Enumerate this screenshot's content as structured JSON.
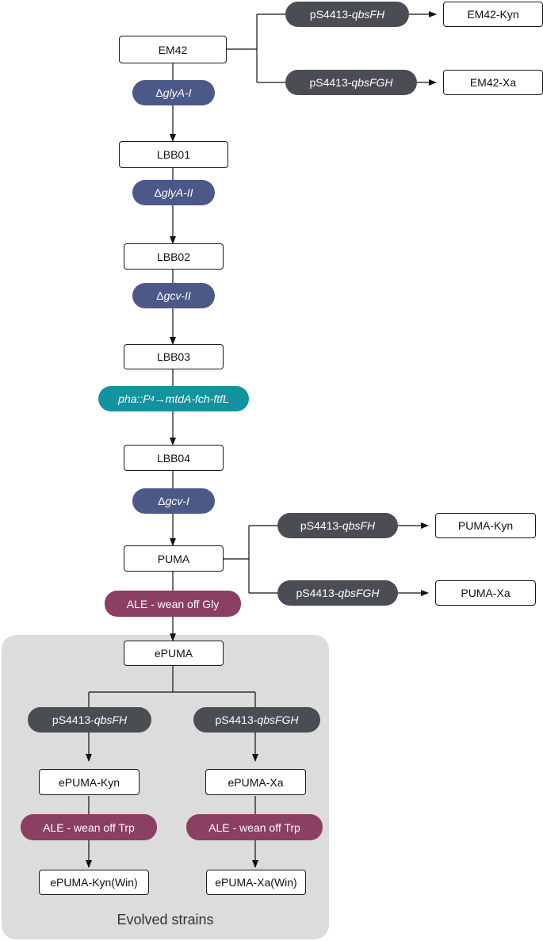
{
  "diagram": {
    "nodes": {
      "em42": "EM42",
      "em42_kyn": "EM42-Kyn",
      "em42_xa": "EM42-Xa",
      "lbb01": "LBB01",
      "lbb02": "LBB02",
      "lbb03": "LBB03",
      "lbb04": "LBB04",
      "puma": "PUMA",
      "puma_kyn": "PUMA-Kyn",
      "puma_xa": "PUMA-Xa",
      "epuma": "ePUMA",
      "epuma_kyn": "ePUMA-Kyn",
      "epuma_xa": "ePUMA-Xa",
      "epuma_kyn_win": "ePUMA-Kyn(Win)",
      "epuma_xa_win": "ePUMA-Xa(Win)"
    },
    "steps": {
      "plasmid_prefix": "pS4413-",
      "qbsFH": "qbsFH",
      "qbsFGH": "qbsFGH",
      "delta": "Δ",
      "glyA_I": "glyA-I",
      "glyA_II": "glyA-II",
      "gcv_II": "gcv-II",
      "gcv_I": "gcv-I",
      "insert_a": "pha::P",
      "insert_sub": "4",
      "insert_b": "→mtdA-fch-ftfL",
      "ale_gly": "ALE - wean off Gly",
      "ale_trp": "ALE - wean off Trp"
    },
    "group_label": "Evolved strains",
    "colors": {
      "plasmid_pill": "#4b4d54",
      "deletion_pill": "#4b5888",
      "insertion_pill": "#12939f",
      "ale_pill": "#8a3f63",
      "evolved_group_bg": "#dcdcdc"
    }
  }
}
